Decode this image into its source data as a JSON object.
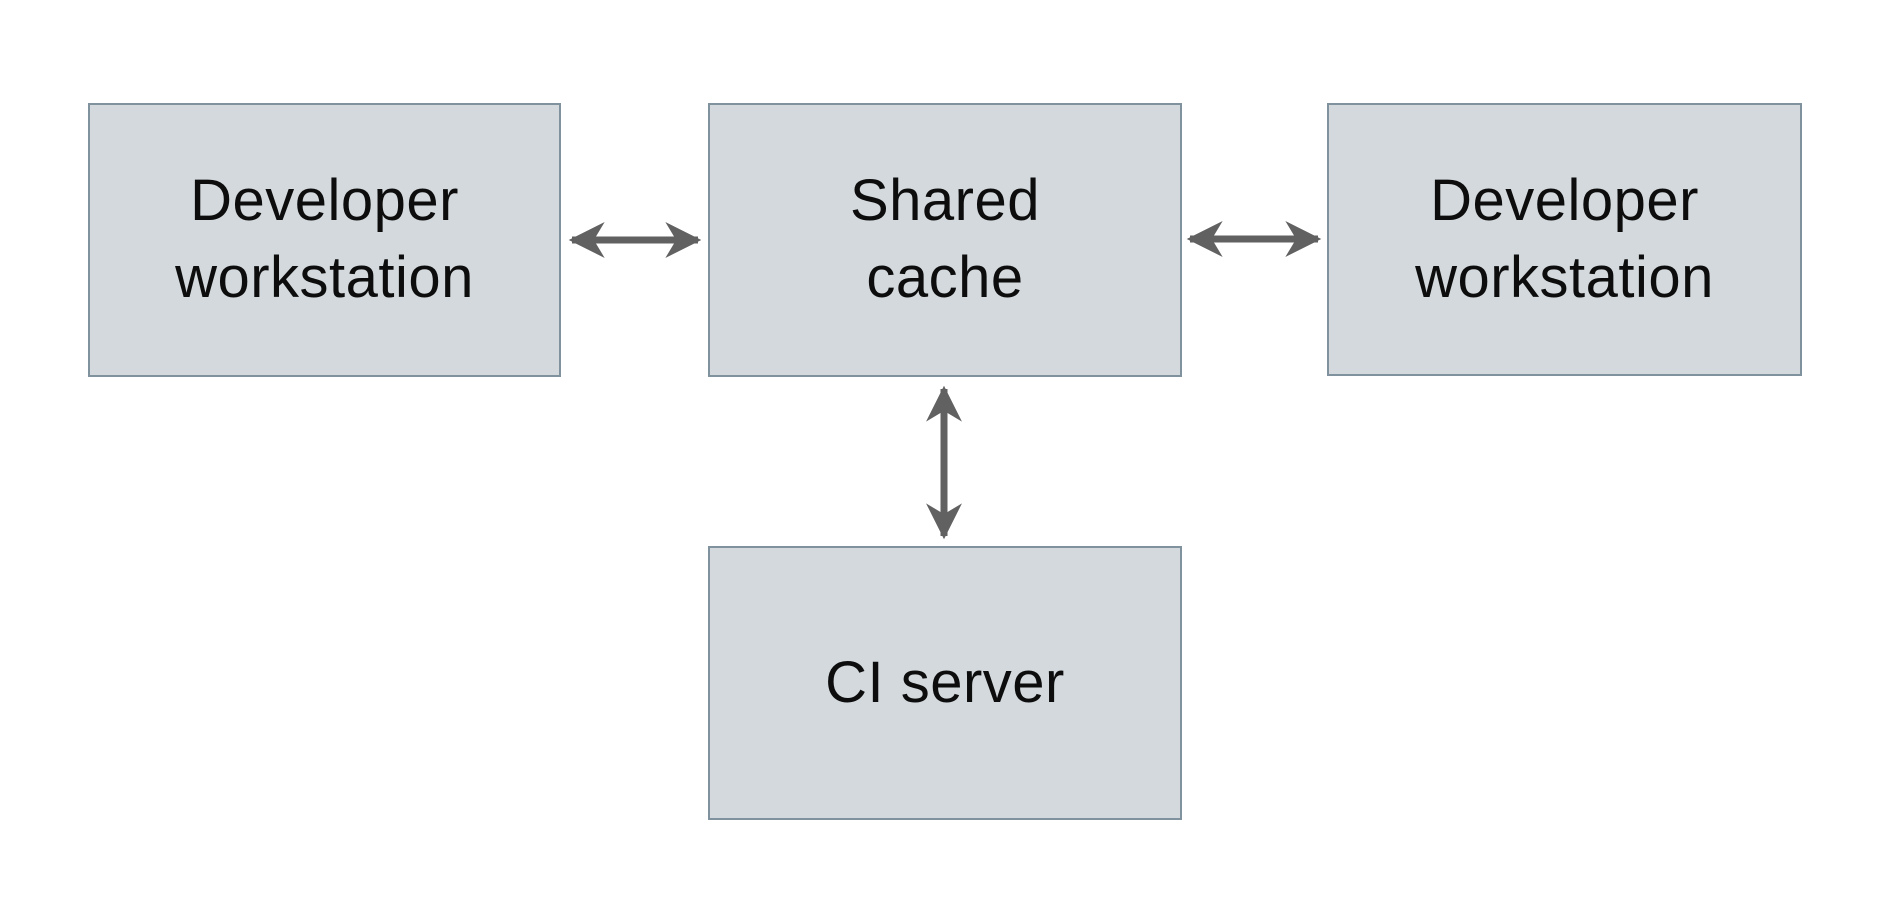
{
  "diagram": {
    "type": "architecture-diagram",
    "background_color": "#ffffff",
    "colors": {
      "node_fill": "#d3d9dc",
      "node_border": "#7f929e",
      "arrow": "#616161",
      "text": "#0d0d0d"
    },
    "nodes": [
      {
        "id": "developer-workstation-left",
        "label": "Developer workstation",
        "lines": [
          "Developer",
          "workstation"
        ]
      },
      {
        "id": "shared-cache",
        "label": "Shared cache",
        "lines": [
          "Shared",
          "cache"
        ]
      },
      {
        "id": "developer-workstation-right",
        "label": "Developer workstation",
        "lines": [
          "Developer",
          "workstation"
        ]
      },
      {
        "id": "ci-server",
        "label": "CI server",
        "lines": [
          "CI server"
        ]
      }
    ],
    "edges": [
      {
        "from": "developer-workstation-left",
        "to": "shared-cache",
        "direction": "bidirectional",
        "orientation": "horizontal"
      },
      {
        "from": "shared-cache",
        "to": "developer-workstation-right",
        "direction": "bidirectional",
        "orientation": "horizontal"
      },
      {
        "from": "shared-cache",
        "to": "ci-server",
        "direction": "bidirectional",
        "orientation": "vertical"
      }
    ]
  }
}
